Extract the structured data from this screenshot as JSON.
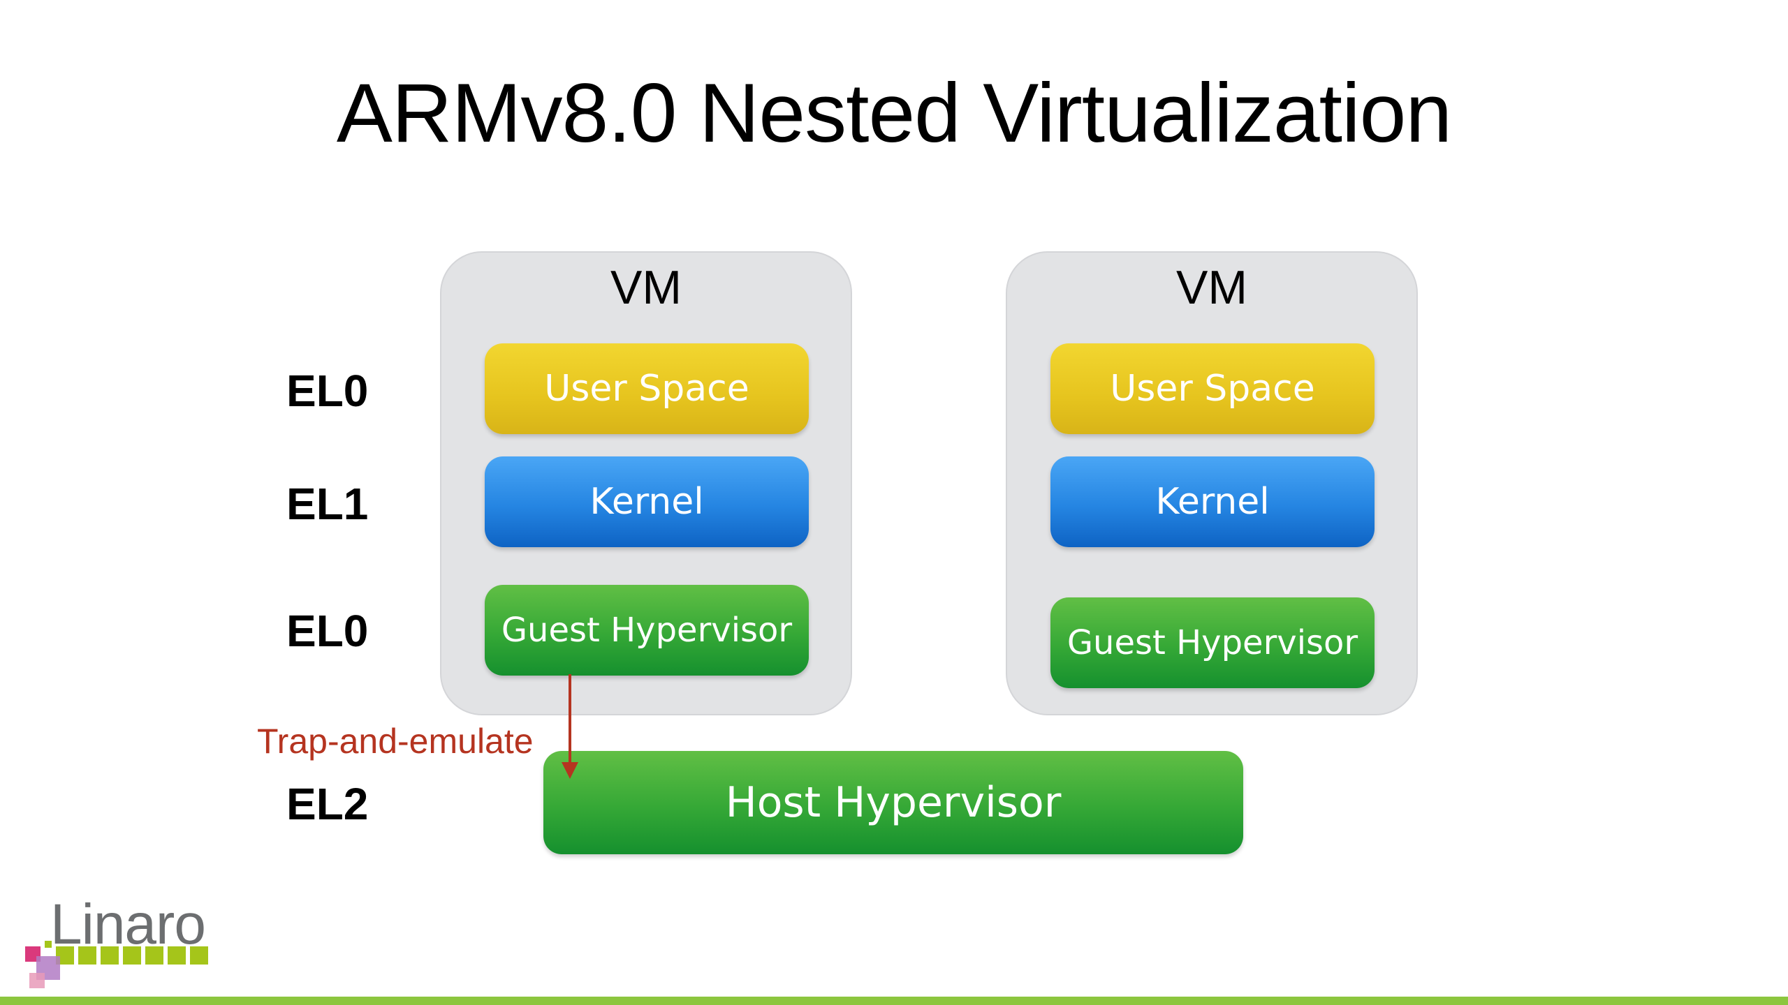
{
  "slide": {
    "title": "ARMv8.0 Nested Virtualization"
  },
  "levels": {
    "user": "EL0",
    "kernel": "EL1",
    "guest_hyp": "EL0",
    "host_hyp": "EL2"
  },
  "vms": [
    {
      "title": "VM",
      "user_space": "User Space",
      "kernel": "Kernel",
      "guest_hypervisor": "Guest Hypervisor"
    },
    {
      "title": "VM",
      "user_space": "User Space",
      "kernel": "Kernel",
      "guest_hypervisor": "Guest Hypervisor"
    }
  ],
  "host": {
    "label": "Host Hypervisor"
  },
  "trap": {
    "label": "Trap-and-emulate"
  },
  "logo": {
    "text": "Linaro"
  },
  "colors": {
    "user_space": "#e6c41e",
    "kernel": "#2585e2",
    "hypervisor": "#35a836",
    "trap_arrow": "#b53420",
    "vm_background": "#e2e3e5",
    "accent_bar": "#8cc63e"
  }
}
